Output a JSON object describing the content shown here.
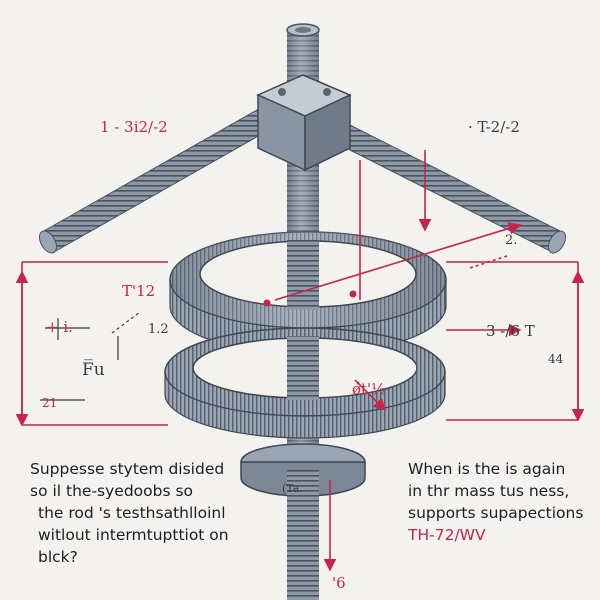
{
  "labels": {
    "top_left": "1 - 3i2/-2",
    "top_right": "· T-2/-2",
    "upper_left_t": "T'12",
    "left_plus": "+ i.",
    "left_mid": "1.2",
    "left_fu": "F̅u",
    "left_small": "21",
    "right_mid": "3 -/6 T",
    "right_edge": "44",
    "lower_ring": "ǿt'½",
    "right_two": "2.",
    "bottom_num": "'6",
    "base_label": "(Ta."
  },
  "captions": {
    "left": [
      "Suppesse stytem disided",
      "so il the-syedoobs so",
      "the rod 's testhsathlloinl",
      "witlout intermtupttiot on",
      "blck?"
    ],
    "right": [
      "When is the is again",
      "in thr mass tus ness,",
      "supports supapections",
      "TH-72/WV"
    ]
  },
  "colors": {
    "accent": "#c8234a",
    "metal": "#8e9aa8",
    "ink": "#3a3a44",
    "background": "#f3f2ee"
  }
}
